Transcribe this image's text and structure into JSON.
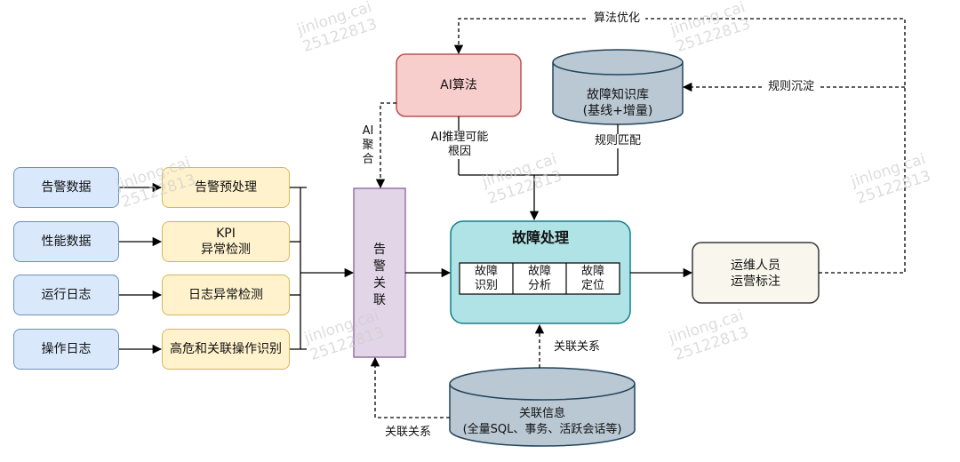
{
  "sources": [
    {
      "label": "告警数据"
    },
    {
      "label": "性能数据"
    },
    {
      "label": "运行日志"
    },
    {
      "label": "操作日志"
    }
  ],
  "preprocess": [
    {
      "label": "告警预处理"
    },
    {
      "label": "KPI\n异常检测"
    },
    {
      "label": "日志异常检测"
    },
    {
      "label": "高危和关联操作识别"
    }
  ],
  "alarm_correlation": {
    "label": "告\n警\n关\n联"
  },
  "ai_algorithm": {
    "label": "AI算法"
  },
  "knowledge_base": {
    "label": "故障知识库\n(基线+增量)"
  },
  "fault_handling": {
    "title": "故障处理",
    "steps": [
      {
        "label": "故障\n识别"
      },
      {
        "label": "故障\n分析"
      },
      {
        "label": "故障\n定位"
      }
    ]
  },
  "operators": {
    "label": "运维人员\n运营标注"
  },
  "related_info": {
    "label": "关联信息\n(全量SQL、事务、活跃会话等)"
  },
  "edge_labels": {
    "algo_optimize": "算法优化",
    "rule_settle": "规则沉淀",
    "ai_aggregate": "AI\n聚\n合",
    "ai_infer": "AI推理可能\n根因",
    "rule_match": "规则匹配",
    "relation_up": "关联关系",
    "relation_left": "关联关系"
  },
  "watermark": {
    "name": "jinlong.cai",
    "id": "25122813"
  },
  "colors": {
    "source_fill": "#dae8fc",
    "source_stroke": "#6c8ebf",
    "process_fill": "#fff2cc",
    "process_stroke": "#d6b656",
    "correlation_fill": "#e1d5e7",
    "correlation_stroke": "#9673a6",
    "ai_fill": "#f8cecc",
    "ai_stroke": "#b85450",
    "db_fill": "#bac8d3",
    "db_stroke": "#23445d",
    "fault_fill": "#b0e3e6",
    "fault_stroke": "#0e8088",
    "operator_fill": "#f9f7ed",
    "operator_stroke": "#36393d"
  }
}
